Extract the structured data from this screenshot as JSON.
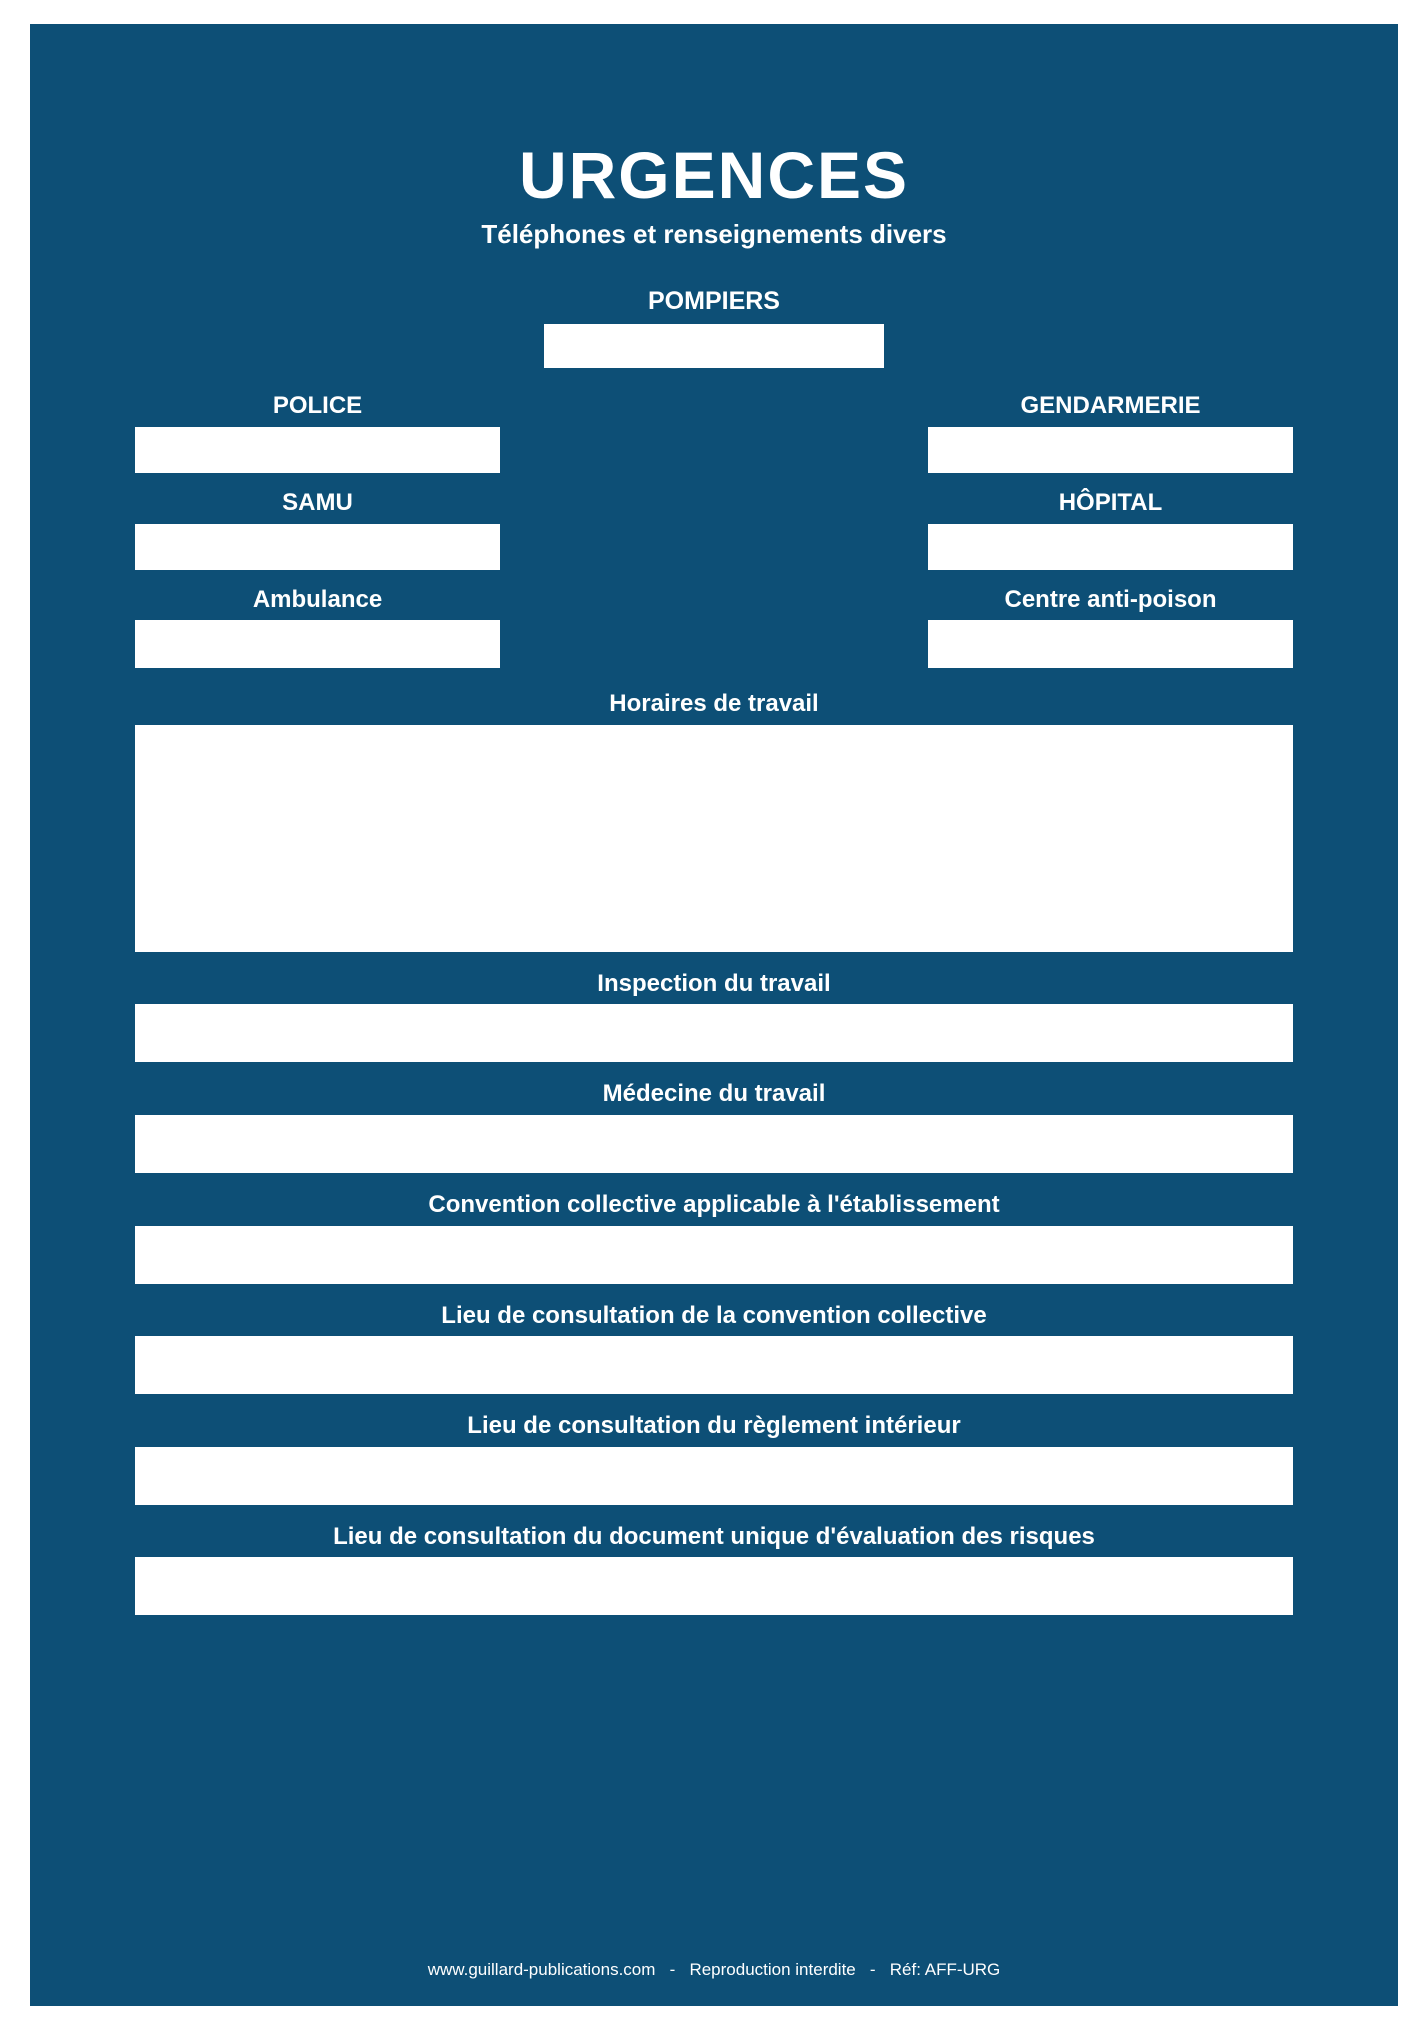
{
  "poster": {
    "title": "URGENCES",
    "subtitle": "Téléphones et renseignements divers",
    "background_color": "#0d4f76",
    "text_color": "#ffffff",
    "field_color": "#ffffff"
  },
  "pompiers": {
    "label": "POMPIERS",
    "value": ""
  },
  "contact_rows": [
    {
      "left": {
        "label": "POLICE",
        "value": ""
      },
      "right": {
        "label": "GENDARMERIE",
        "value": ""
      }
    },
    {
      "left": {
        "label": "SAMU",
        "value": ""
      },
      "right": {
        "label": "HÔPITAL",
        "value": ""
      }
    },
    {
      "left": {
        "label": "Ambulance",
        "value": ""
      },
      "right": {
        "label": "Centre anti-poison",
        "value": ""
      }
    }
  ],
  "sections": [
    {
      "label": "Horaires de travail",
      "value": ""
    },
    {
      "label": "Inspection du travail",
      "value": ""
    },
    {
      "label": "Médecine du travail",
      "value": ""
    },
    {
      "label": "Convention collective applicable à l'établissement",
      "value": ""
    },
    {
      "label": "Lieu de consultation de la convention collective",
      "value": ""
    },
    {
      "label": "Lieu de consultation du règlement intérieur",
      "value": ""
    },
    {
      "label": "Lieu de consultation du document unique d'évaluation des risques",
      "value": ""
    }
  ],
  "footer": {
    "website": "www.guillard-publications.com",
    "sep1": "   -   ",
    "copyright": "Reproduction interdite",
    "sep2": "   -   ",
    "reference": "Réf: AFF-URG"
  }
}
